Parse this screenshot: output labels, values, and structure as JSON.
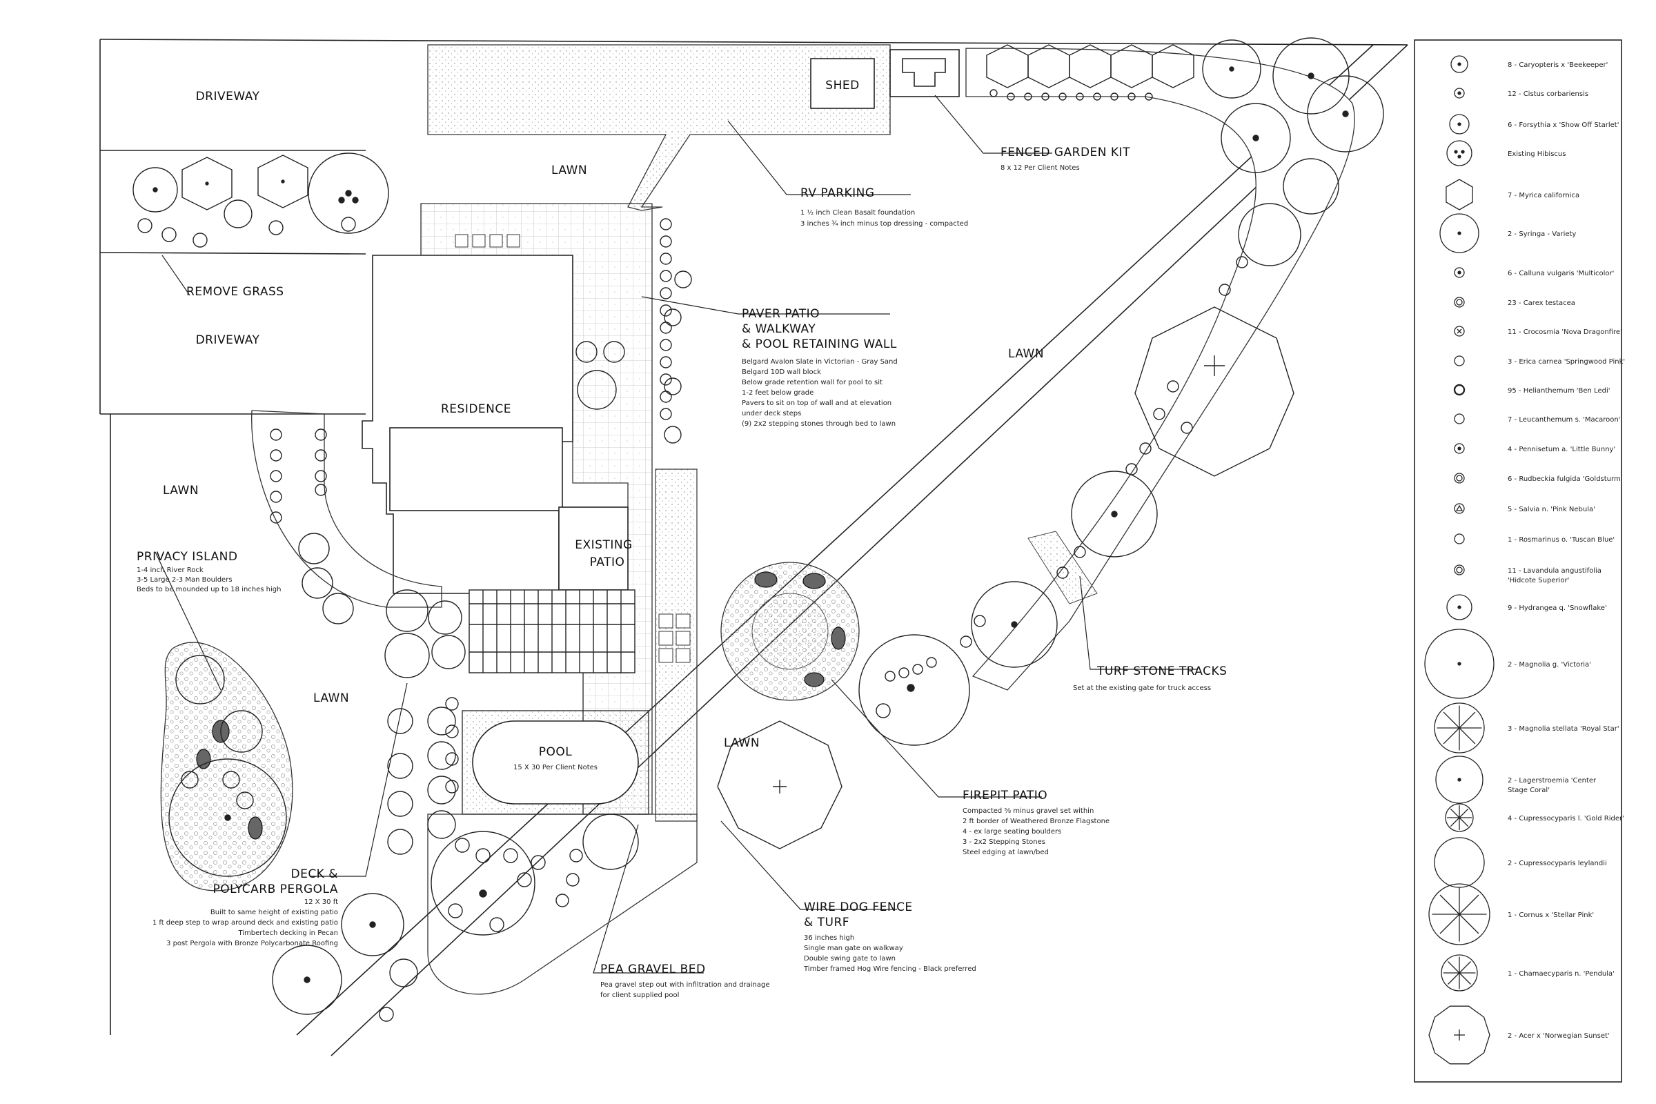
{
  "areas": {
    "driveway_top": "DRIVEWAY",
    "driveway_bottom": "DRIVEWAY",
    "remove_grass": "REMOVE GRASS",
    "lawn_top": "LAWN",
    "lawn_left": "LAWN",
    "lawn_mid": "LAWN",
    "lawn_right": "LAWN",
    "lawn_small": "LAWN",
    "residence": "RESIDENCE",
    "existing_patio_1": "EXISTING",
    "existing_patio_2": "PATIO",
    "shed": "SHED",
    "pool_title": "POOL",
    "pool_note": "15 X 30 Per Client Notes"
  },
  "callouts": {
    "rv_parking": {
      "title": "RV PARKING",
      "notes": [
        "1 ½ inch Clean Basalt foundation",
        "3 inches ¾ inch minus top dressing - compacted"
      ]
    },
    "fenced_garden": {
      "title": "FENCED GARDEN KIT",
      "notes": [
        "8 x 12 Per Client Notes"
      ]
    },
    "paver_patio": {
      "title_lines": [
        "PAVER PATIO",
        "& WALKWAY",
        "& POOL RETAINING WALL"
      ],
      "notes": [
        "Belgard Avalon Slate in Victorian - Gray Sand",
        "Belgard 10D wall block",
        "Below grade retention wall for pool to sit",
        "1-2 feet below grade",
        "Pavers to sit on top of wall and at elevation",
        "under deck steps",
        "(9) 2x2 stepping stones through bed to lawn"
      ]
    },
    "privacy_island": {
      "title": "PRIVACY ISLAND",
      "notes": [
        "1-4 inch River Rock",
        "3-5 Large 2-3 Man Boulders",
        "Beds to be mounded up to 18 inches high"
      ]
    },
    "deck": {
      "title_lines": [
        "DECK &",
        "POLYCARB PERGOLA"
      ],
      "notes": [
        "12 X 30 ft",
        "Built to same height of existing patio",
        "1 ft deep step to wrap around deck and existing patio",
        "Timbertech decking in Pecan",
        "3 post Pergola with Bronze Polycarbonate Roofing"
      ]
    },
    "pea_gravel": {
      "title": "PEA GRAVEL BED",
      "notes": [
        "Pea gravel step out with infiltration and drainage",
        "for client supplied pool"
      ]
    },
    "wire_fence": {
      "title_lines": [
        "WIRE DOG FENCE",
        "& TURF"
      ],
      "notes": [
        "36 inches high",
        "Single man gate on walkway",
        "Double swing gate to lawn",
        "Timber framed Hog Wire fencing - Black preferred"
      ]
    },
    "firepit": {
      "title": "FIREPIT PATIO",
      "notes": [
        "Compacted ⅝ minus gravel set within",
        "2 ft border of  Weathered Bronze Flagstone",
        "4 - ex large seating boulders",
        "3 - 2x2 Stepping Stones",
        "Steel edging at lawn/bed"
      ]
    },
    "turf_stone": {
      "title": "TURF STONE TRACKS",
      "notes": [
        "Set at the existing gate for truck access"
      ]
    }
  },
  "legend": [
    {
      "label": "8 - Caryopteris x 'Beekeeper'",
      "symbol": "dot-ring"
    },
    {
      "label": "12 - Cistus corbariensis",
      "symbol": "small-dot"
    },
    {
      "label": "6 - Forsythia x 'Show Off Starlet'",
      "symbol": "scallop"
    },
    {
      "label": "Existing Hibiscus",
      "symbol": "three-dots"
    },
    {
      "label": "7 - Myrica californica",
      "symbol": "hexagon"
    },
    {
      "label": "2 - Syringa - Variety",
      "symbol": "flower"
    },
    {
      "label": "6 - Calluna vulgaris 'Multicolor'",
      "symbol": "small-dot"
    },
    {
      "label": "23 - Carex testacea",
      "symbol": "double-ring"
    },
    {
      "label": "11 - Crocosmia 'Nova Dragonfire'",
      "symbol": "x-ring"
    },
    {
      "label": "3 - Erica carnea 'Springwood Pink'",
      "symbol": "tiny-ring"
    },
    {
      "label": "95 - Helianthemum 'Ben Ledi'",
      "symbol": "bold-ring"
    },
    {
      "label": "7 - Leucanthemum s. 'Macaroon'",
      "symbol": "tiny-ring"
    },
    {
      "label": "4 - Pennisetum a. 'Little Bunny'",
      "symbol": "small-dot"
    },
    {
      "label": "6 - Rudbeckia fulgida 'Goldsturm'",
      "symbol": "hatch-ring"
    },
    {
      "label": "5 - Salvia n. 'Pink Nebula'",
      "symbol": "triangle"
    },
    {
      "label": "1 - Rosmarinus o. 'Tuscan Blue'",
      "symbol": "spiky"
    },
    {
      "label": "11 - Lavandula angustifolia",
      "label2": "'Hidcote Superior'",
      "symbol": "rough-ring"
    },
    {
      "label": "9 - Hydrangea q. 'Snowflake'",
      "symbol": "lobed"
    },
    {
      "label": "2 - Magnolia g. 'Victoria'",
      "symbol": "scallop-large"
    },
    {
      "label": "3 - Magnolia stellata 'Royal Star'",
      "symbol": "star-tree"
    },
    {
      "label": "2 - Lagerstroemia 'Center",
      "label2": "Stage Coral'",
      "symbol": "scallop-med"
    },
    {
      "label": "4 - Cupressocyparis l. 'Gold Rider'",
      "symbol": "spoke"
    },
    {
      "label": "2 - Cupressocyparis leylandii",
      "symbol": "spiky-large"
    },
    {
      "label": "1 - Cornus x 'Stellar Pink'",
      "symbol": "branch"
    },
    {
      "label": "1 - Chamaecyparis n. 'Pendula'",
      "symbol": "pendula"
    },
    {
      "label": "2 - Acer x 'Norwegian Sunset'",
      "symbol": "polygon-cross"
    }
  ]
}
